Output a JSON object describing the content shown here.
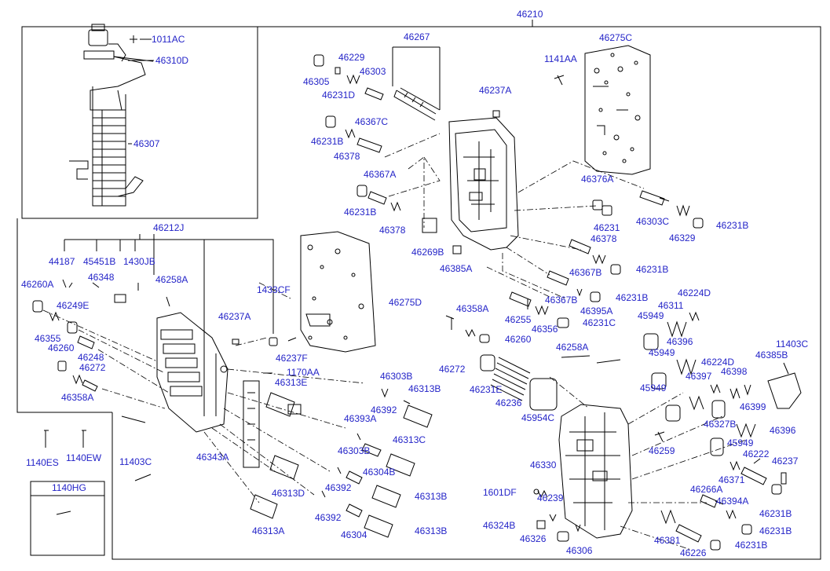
{
  "diagram": {
    "labels": [
      {
        "text": "46210"
      },
      {
        "text": "1011AC"
      },
      {
        "text": "46310D"
      },
      {
        "text": "46307"
      },
      {
        "text": "46267"
      },
      {
        "text": "46229"
      },
      {
        "text": "46303"
      },
      {
        "text": "46305"
      },
      {
        "text": "46231D"
      },
      {
        "text": "46237A"
      },
      {
        "text": "46367C"
      },
      {
        "text": "46231B"
      },
      {
        "text": "46378"
      },
      {
        "text": "46367A"
      },
      {
        "text": "46231B"
      },
      {
        "text": "46378"
      },
      {
        "text": "46269B"
      },
      {
        "text": "46385A"
      },
      {
        "text": "1141AA"
      },
      {
        "text": "46275C"
      },
      {
        "text": "46376A"
      },
      {
        "text": "46303C"
      },
      {
        "text": "46329"
      },
      {
        "text": "46231B"
      },
      {
        "text": "46231"
      },
      {
        "text": "46378"
      },
      {
        "text": "46231B"
      },
      {
        "text": "46367B"
      },
      {
        "text": "46367B"
      },
      {
        "text": "46231B"
      },
      {
        "text": "46395A"
      },
      {
        "text": "46231C"
      },
      {
        "text": "46255"
      },
      {
        "text": "46356"
      },
      {
        "text": "46358A"
      },
      {
        "text": "46260"
      },
      {
        "text": "46275D"
      },
      {
        "text": "46224D"
      },
      {
        "text": "46311"
      },
      {
        "text": "45949"
      },
      {
        "text": "46396"
      },
      {
        "text": "45949"
      },
      {
        "text": "46224D"
      },
      {
        "text": "46397"
      },
      {
        "text": "46398"
      },
      {
        "text": "45949"
      },
      {
        "text": "46399"
      },
      {
        "text": "46327B"
      },
      {
        "text": "46396"
      },
      {
        "text": "45949"
      },
      {
        "text": "46222"
      },
      {
        "text": "46237"
      },
      {
        "text": "46371"
      },
      {
        "text": "46266A"
      },
      {
        "text": "46394A"
      },
      {
        "text": "46231B"
      },
      {
        "text": "46231B"
      },
      {
        "text": "46231B"
      },
      {
        "text": "46381"
      },
      {
        "text": "46226"
      },
      {
        "text": "11403C"
      },
      {
        "text": "46385B"
      },
      {
        "text": "46258A"
      },
      {
        "text": "46272"
      },
      {
        "text": "46231E"
      },
      {
        "text": "46236"
      },
      {
        "text": "45954C"
      },
      {
        "text": "46259"
      },
      {
        "text": "46330"
      },
      {
        "text": "1601DF"
      },
      {
        "text": "46239"
      },
      {
        "text": "46324B"
      },
      {
        "text": "46326"
      },
      {
        "text": "46306"
      },
      {
        "text": "46212J"
      },
      {
        "text": "44187"
      },
      {
        "text": "45451B"
      },
      {
        "text": "1430JB"
      },
      {
        "text": "46348"
      },
      {
        "text": "46258A"
      },
      {
        "text": "46260A"
      },
      {
        "text": "1433CF"
      },
      {
        "text": "46249E"
      },
      {
        "text": "46355"
      },
      {
        "text": "46260"
      },
      {
        "text": "46248"
      },
      {
        "text": "46272"
      },
      {
        "text": "46358A"
      },
      {
        "text": "46237A"
      },
      {
        "text": "46237F"
      },
      {
        "text": "1170AA"
      },
      {
        "text": "46313E"
      },
      {
        "text": "46303B"
      },
      {
        "text": "46313B"
      },
      {
        "text": "46392"
      },
      {
        "text": "46393A"
      },
      {
        "text": "46313C"
      },
      {
        "text": "46303B"
      },
      {
        "text": "46304B"
      },
      {
        "text": "46343A"
      },
      {
        "text": "46313D"
      },
      {
        "text": "46392"
      },
      {
        "text": "46392"
      },
      {
        "text": "46313B"
      },
      {
        "text": "46304"
      },
      {
        "text": "46313B"
      },
      {
        "text": "46313A"
      },
      {
        "text": "1140ES"
      },
      {
        "text": "1140EW"
      },
      {
        "text": "11403C"
      }
    ],
    "inset_title": "1140HG"
  }
}
